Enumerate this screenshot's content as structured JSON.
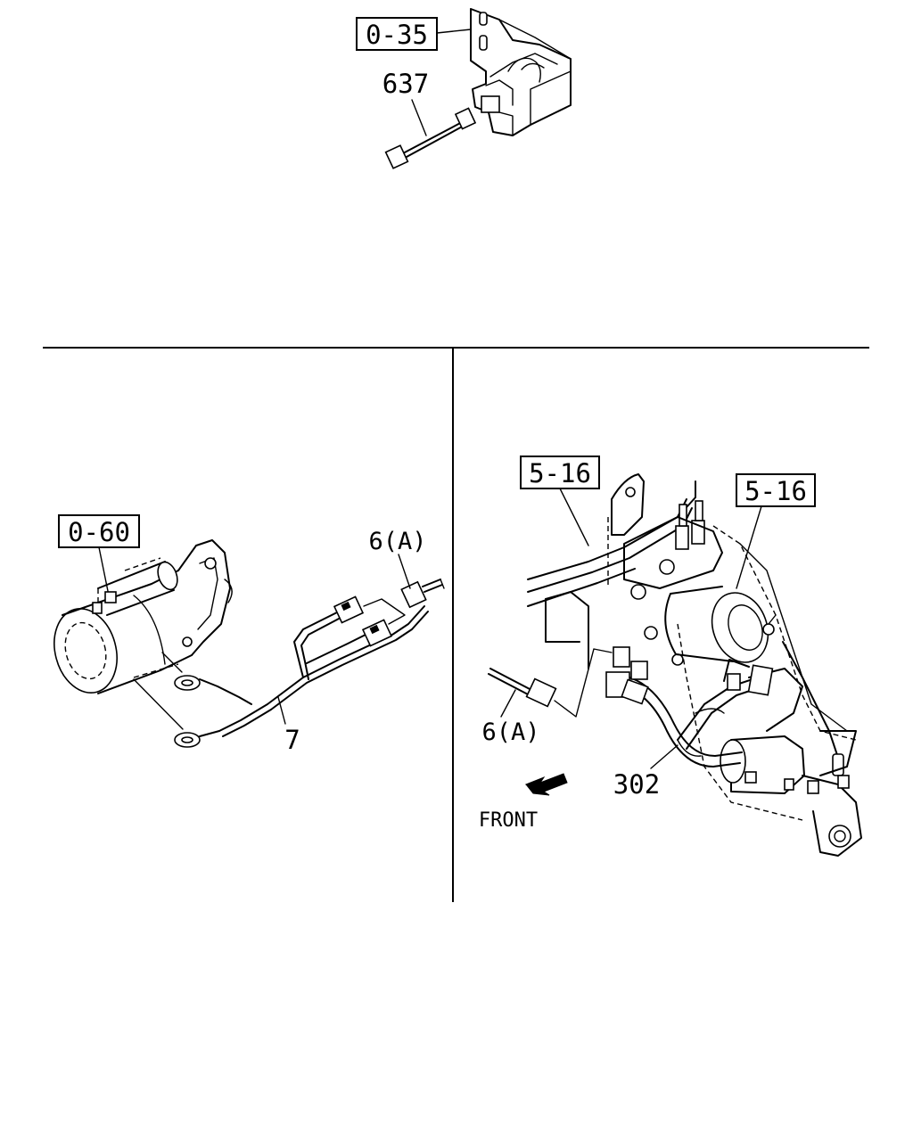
{
  "labels": {
    "ref_0_35": "0-35",
    "part_637": "637",
    "ref_5_16_left": "5-16",
    "ref_5_16_right": "5-16",
    "ref_0_60": "0-60",
    "part_6a_left": "6(A)",
    "part_6a_right": "6(A)",
    "part_7": "7",
    "part_302": "302",
    "front": "FRONT"
  },
  "icons": {
    "front_arrow": "front-arrow-icon"
  }
}
